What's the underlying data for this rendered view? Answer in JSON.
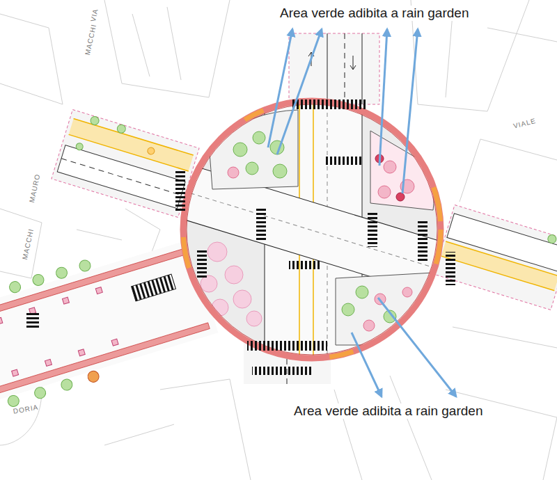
{
  "diagram": {
    "labels": [
      "Area verde adibita a rain garden",
      "VIA",
      "MACCHI",
      "VIALE",
      "MAURO",
      "MACCHI",
      "DORIA",
      "Area verde adibita a rain garden"
    ]
  }
}
